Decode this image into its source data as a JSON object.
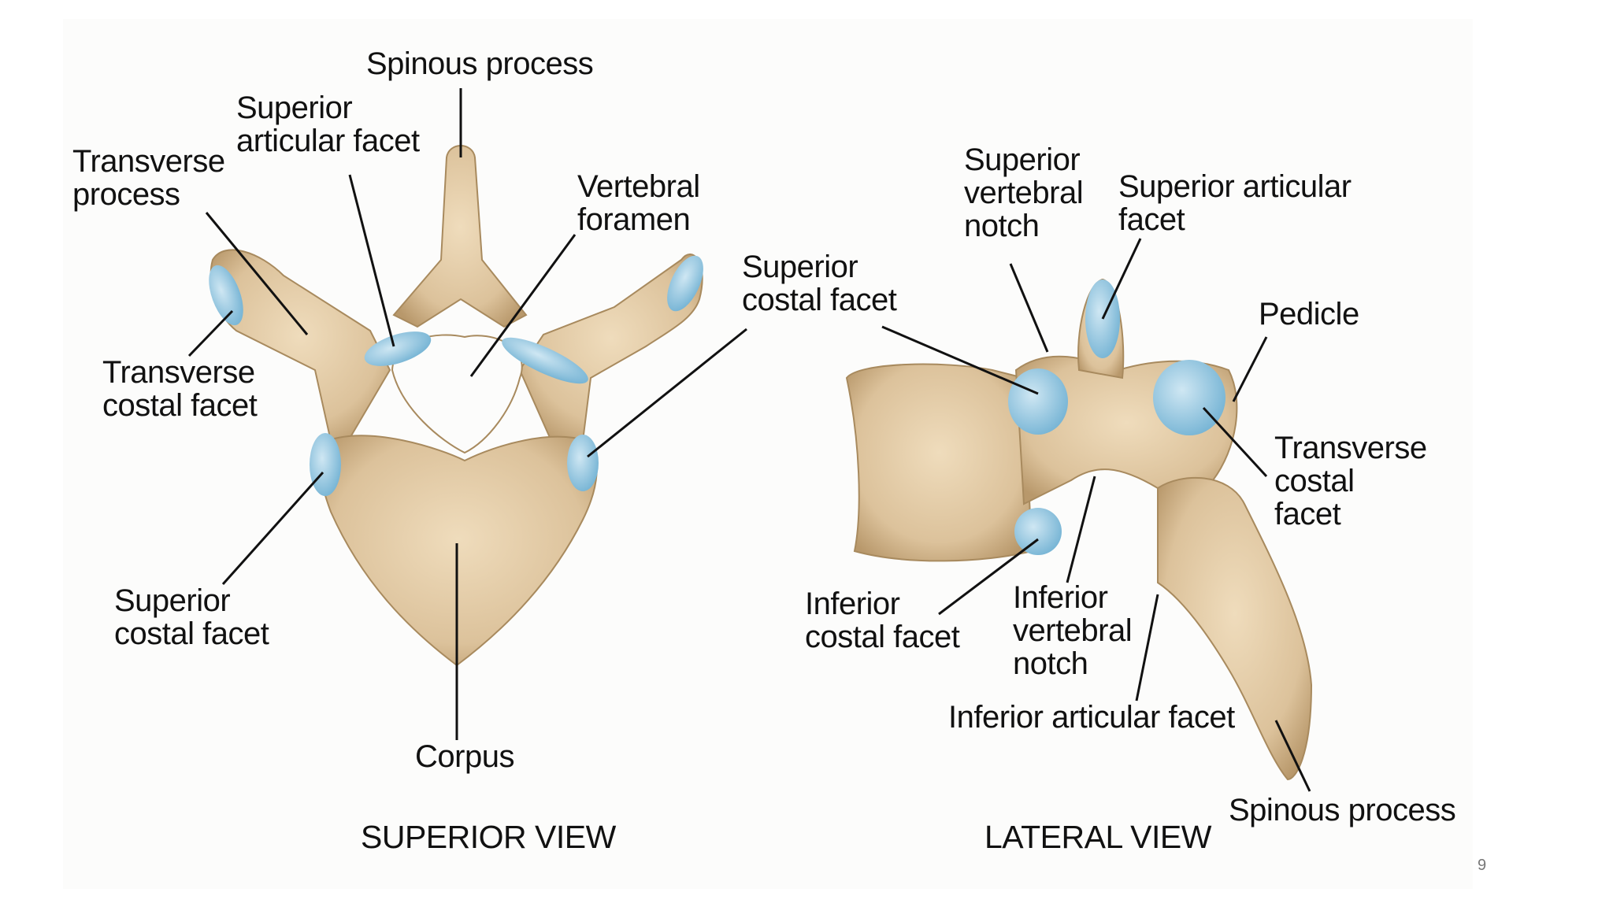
{
  "superior_view": {
    "title": "SUPERIOR VIEW",
    "labels": {
      "spinous_process": "Spinous process",
      "superior_articular_facet": "Superior\narticular facet",
      "transverse_process": "Transverse\nprocess",
      "vertebral_foramen": "Vertebral\nforamen",
      "superior_costal_facet_right": "Superior\ncostal facet",
      "transverse_costal_facet": "Transverse\ncostal facet",
      "superior_costal_facet_left": "Superior\ncostal facet",
      "corpus": "Corpus"
    }
  },
  "lateral_view": {
    "title": "LATERAL VIEW",
    "labels": {
      "superior_vertebral_notch": "Superior\nvertebral\nnotch",
      "superior_articular_facet": "Superior articular\nfacet",
      "pedicle": "Pedicle",
      "transverse_costal_facet": "Transverse\ncostal\nfacet",
      "inferior_costal_facet": "Inferior\ncostal facet",
      "inferior_vertebral_notch": "Inferior\nvertebral\nnotch",
      "inferior_articular_facet": "Inferior articular facet",
      "spinous_process": "Spinous process"
    }
  },
  "page_number": "9",
  "colors": {
    "bone": "#dcc29b",
    "bone_shade": "#b8986b",
    "facet": "#8fc3dc",
    "line": "#111111"
  }
}
